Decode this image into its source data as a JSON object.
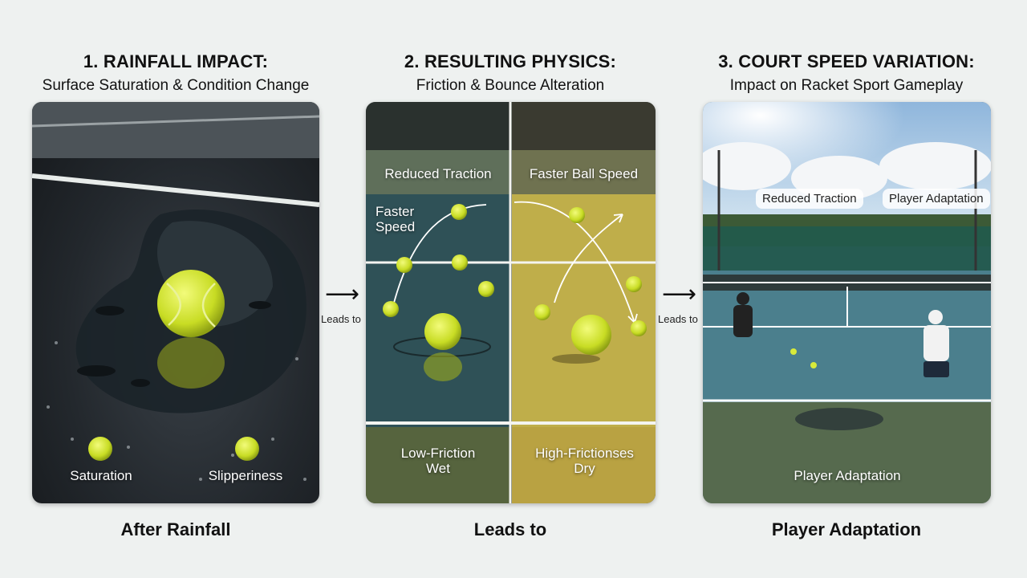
{
  "panels": [
    {
      "title": "1. RAINFALL IMPACT:",
      "subtitle": "Surface Saturation & Condition Change",
      "labels": [
        "Saturation",
        "Slipperiness"
      ],
      "caption": "After Rainfall"
    },
    {
      "title": "2. RESULTING PHYSICS:",
      "subtitle": "Friction & Bounce Alteration",
      "top_labels": [
        "Reduced Traction",
        "Faster Ball Speed"
      ],
      "inner_label": "Faster Speed",
      "bottom_labels": [
        "Low-Friction Wet",
        "High-Frictionses Dry"
      ],
      "caption": "Leads to"
    },
    {
      "title": "3. COURT SPEED VARIATION:",
      "subtitle": "Impact on Racket Sport Gameplay",
      "bubbles": [
        "Reduced Traction",
        "Player Adaptation"
      ],
      "bottom_label": "Player Adaptation",
      "caption": "Player Adaptation"
    }
  ],
  "connectors": [
    "Leads to",
    "Leads to"
  ],
  "colors": {
    "ball": "#d8ea3a",
    "wet_court": "#2f4f57",
    "dry_court": "#c2b24a"
  }
}
